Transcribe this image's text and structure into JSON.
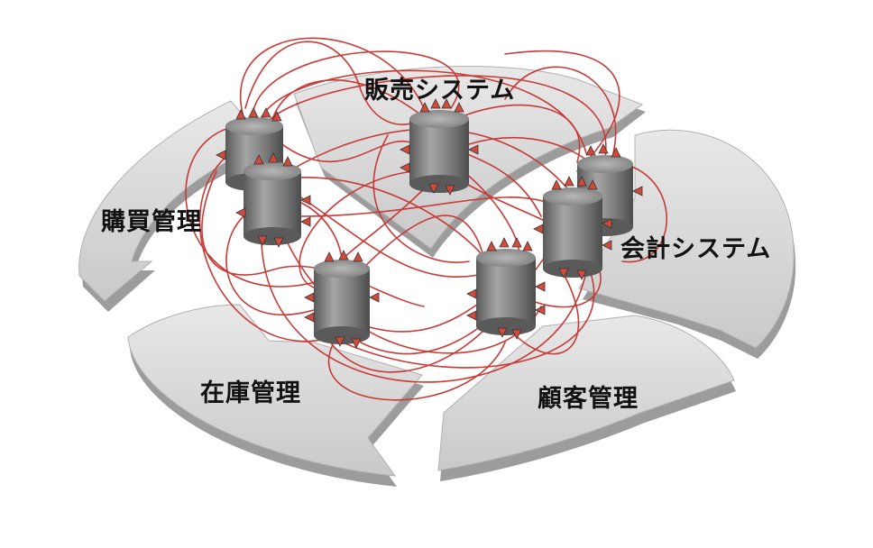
{
  "labels": {
    "sales": "販売システム",
    "purchase": "購買管理",
    "accounting": "会計システム",
    "inventory": "在庫管理",
    "customer": "顧客管理"
  },
  "colors": {
    "platform_top": "#d3d3d3",
    "platform_side": "#9a9a9a",
    "connection": "#c73a36",
    "cylinder": "#7c7c7c",
    "connector": "#d24a3a",
    "label": "#111111"
  },
  "icons": [
    "cylinder-server-icon",
    "connector-arrow-icon"
  ]
}
